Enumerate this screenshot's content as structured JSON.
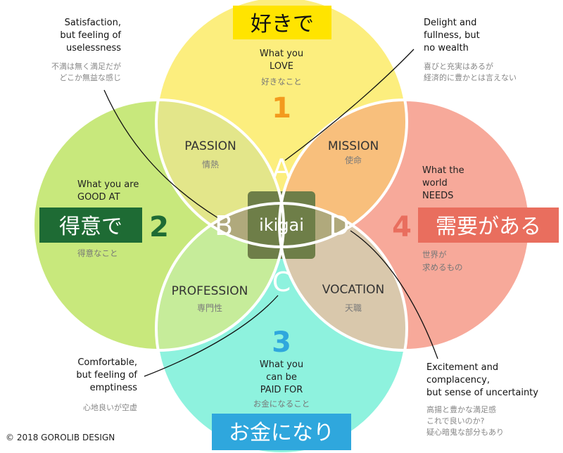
{
  "circles": {
    "love": {
      "title": "好きで",
      "number": "1",
      "en": [
        "What you",
        "LOVE"
      ],
      "jp": "好きなこと",
      "color": "#FCEE7E",
      "number_color": "#F39A1E",
      "title_bg": "#FFE400",
      "title_color": "#111111"
    },
    "good": {
      "title": "得意で",
      "number": "2",
      "en": [
        "What you are",
        "GOOD AT"
      ],
      "jp": "得意なこと",
      "color": "#C8E87C",
      "number_color": "#1E6B34",
      "title_bg": "#1E6B34",
      "title_color": "#ffffff"
    },
    "paid": {
      "title": "お金になり",
      "number": "3",
      "en": [
        "What you",
        "can be",
        "PAID FOR"
      ],
      "jp": "お金になること",
      "color": "#8EF2DE",
      "number_color": "#2FA7DD",
      "title_bg": "#2FA7DD",
      "title_color": "#ffffff"
    },
    "needs": {
      "title": "需要がある",
      "number": "4",
      "en": [
        "What the",
        "world",
        "NEEDS"
      ],
      "jp": [
        "世界が",
        "求めるもの"
      ],
      "color": "#F7A99A",
      "number_color": "#E96E5E",
      "title_bg": "#E96E5E",
      "title_color": "#ffffff"
    }
  },
  "zones": {
    "passion": {
      "en": "PASSION",
      "jp": "情熱",
      "color": "#E3E68A"
    },
    "mission": {
      "en": "MISSION",
      "jp": "使命",
      "color": "#F8BF7C"
    },
    "profession": {
      "en": "PROFESSION",
      "jp": "専門性",
      "color": "#C6EC9A"
    },
    "vocation": {
      "en": "VOCATION",
      "jp": "天職",
      "color": "#D9C8AC"
    }
  },
  "letters": {
    "a": "A",
    "b": "B",
    "c": "C",
    "d": "D"
  },
  "letter_color": "#B0A97C",
  "center": {
    "label": "ikigai",
    "color": "#6E7E48"
  },
  "annotations": {
    "top_left": {
      "en": [
        "Satisfaction,",
        "but feeling of",
        "uselessness"
      ],
      "jp": [
        "不満は無く満足だが",
        "どこか無益な感じ"
      ]
    },
    "top_right": {
      "en": [
        "Delight and",
        "fullness, but",
        "no wealth"
      ],
      "jp": [
        "喜びと充実はあるが",
        "経済的に豊かとは言えない"
      ]
    },
    "bottom_left": {
      "en": [
        "Comfortable,",
        "but feeling of",
        "emptiness"
      ],
      "jp": [
        "心地良いが空虚"
      ]
    },
    "bottom_right": {
      "en": [
        "Excitement and",
        "complacency,",
        "but sense of uncertainty"
      ],
      "jp": [
        "高揚と豊かな満足感",
        "これで良いのか?",
        "疑心暗鬼な部分もあり"
      ]
    }
  },
  "copyright": "© 2018 GOROLIB DESIGN"
}
